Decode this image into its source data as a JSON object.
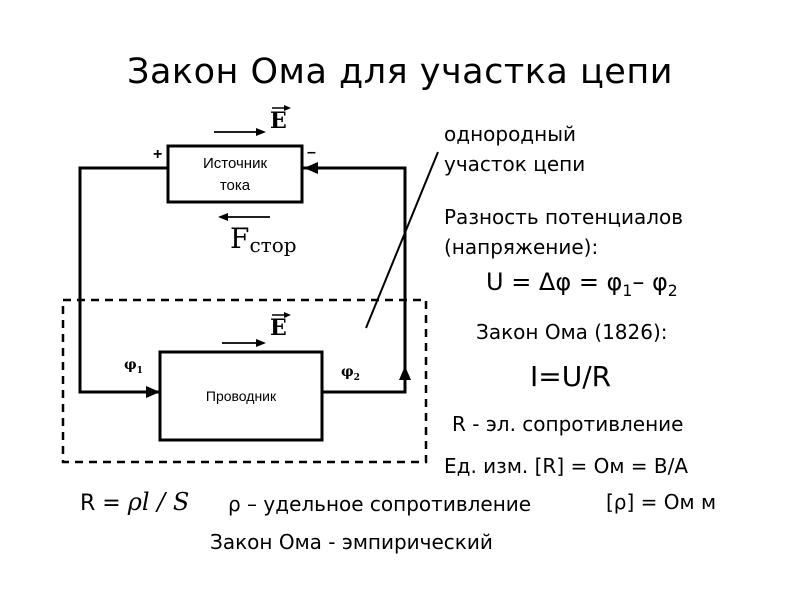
{
  "title": "Закон Ома для участка цепи",
  "diagram": {
    "source_label_line1": "Источник",
    "source_label_line2": "тока",
    "conductor_label": "Проводник",
    "plus_sign": "+",
    "minus_sign": "–",
    "phi1_symbol": "φ",
    "phi1_index": "1",
    "phi2_symbol": "φ",
    "phi2_index": "2",
    "e_vector_symbol": "E",
    "f_symbol": "F",
    "f_subscript": "стор"
  },
  "annotations": {
    "homogeneous_line1": "однородный",
    "homogeneous_line2": "участок цепи",
    "potential_diff_line1": "Разность потенциалов",
    "potential_diff_line2": "(напряжение):",
    "voltage_formula_lhs": "U = Δφ = φ",
    "voltage_formula_idx1": "1",
    "voltage_formula_mid": "– φ",
    "voltage_formula_idx2": "2",
    "ohm_law_heading": "Закон Ома (1826):",
    "ohm_formula": "I=U/R",
    "resistance_def": "R - эл. сопротивление",
    "unit_def": "Ед. изм. [R] = Ом = В/А",
    "resistivity_formula_lhs": "R = ",
    "resistivity_formula_rhs": "ρl / S",
    "resistivity_def": "ρ – удельное сопротивление",
    "resistivity_unit": "[ρ] = Ом м",
    "empirical_note": "Закон Ома - эмпирический"
  }
}
